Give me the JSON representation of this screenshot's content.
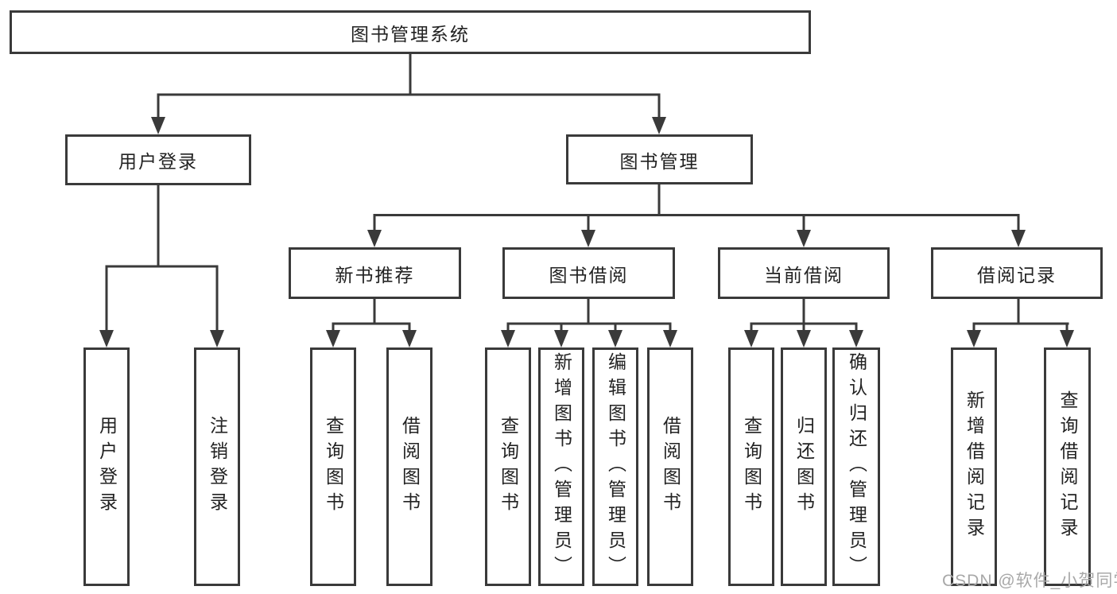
{
  "colors": {
    "line": "#3a3a3a",
    "text": "#222222",
    "box_bg": "#ffffff",
    "page_bg": "#ffffff",
    "watermark": "#a8a8a8"
  },
  "watermark": {
    "text": "CSDN @软件_小贺同学"
  },
  "nodes": {
    "root": {
      "label": "图书管理系统"
    },
    "user_login": {
      "label": "用户登录"
    },
    "book_mgmt": {
      "label": "图书管理"
    },
    "new_book_rec": {
      "label": "新书推荐"
    },
    "book_borrow": {
      "label": "图书借阅"
    },
    "current_borrow": {
      "label": "当前借阅"
    },
    "borrow_record": {
      "label": "借阅记录"
    },
    "leaf_user_login": {
      "label": "用户登录"
    },
    "leaf_logout": {
      "label": "注销登录"
    },
    "leaf_query_book_1": {
      "label": "查询图书"
    },
    "leaf_borrow_book_1": {
      "label": "借阅图书"
    },
    "leaf_query_book_2": {
      "label": "查询图书"
    },
    "leaf_add_book": {
      "label": "新增图书（管理员）"
    },
    "leaf_edit_book": {
      "label": "编辑图书（管理员）"
    },
    "leaf_borrow_book_2": {
      "label": "借阅图书"
    },
    "leaf_query_book_3": {
      "label": "查询图书"
    },
    "leaf_return_book": {
      "label": "归还图书"
    },
    "leaf_confirm_return": {
      "label": "确认归还（管理员）"
    },
    "leaf_add_borrow_record": {
      "label": "新增借阅记录"
    },
    "leaf_query_borrow_record": {
      "label": "查询借阅记录"
    }
  },
  "hierarchy": {
    "root": [
      "user_login",
      "book_mgmt"
    ],
    "user_login": [
      "leaf_user_login",
      "leaf_logout"
    ],
    "book_mgmt": [
      "new_book_rec",
      "book_borrow",
      "current_borrow",
      "borrow_record"
    ],
    "new_book_rec": [
      "leaf_query_book_1",
      "leaf_borrow_book_1"
    ],
    "book_borrow": [
      "leaf_query_book_2",
      "leaf_add_book",
      "leaf_edit_book",
      "leaf_borrow_book_2"
    ],
    "current_borrow": [
      "leaf_query_book_3",
      "leaf_return_book",
      "leaf_confirm_return"
    ],
    "borrow_record": [
      "leaf_add_borrow_record",
      "leaf_query_borrow_record"
    ]
  }
}
